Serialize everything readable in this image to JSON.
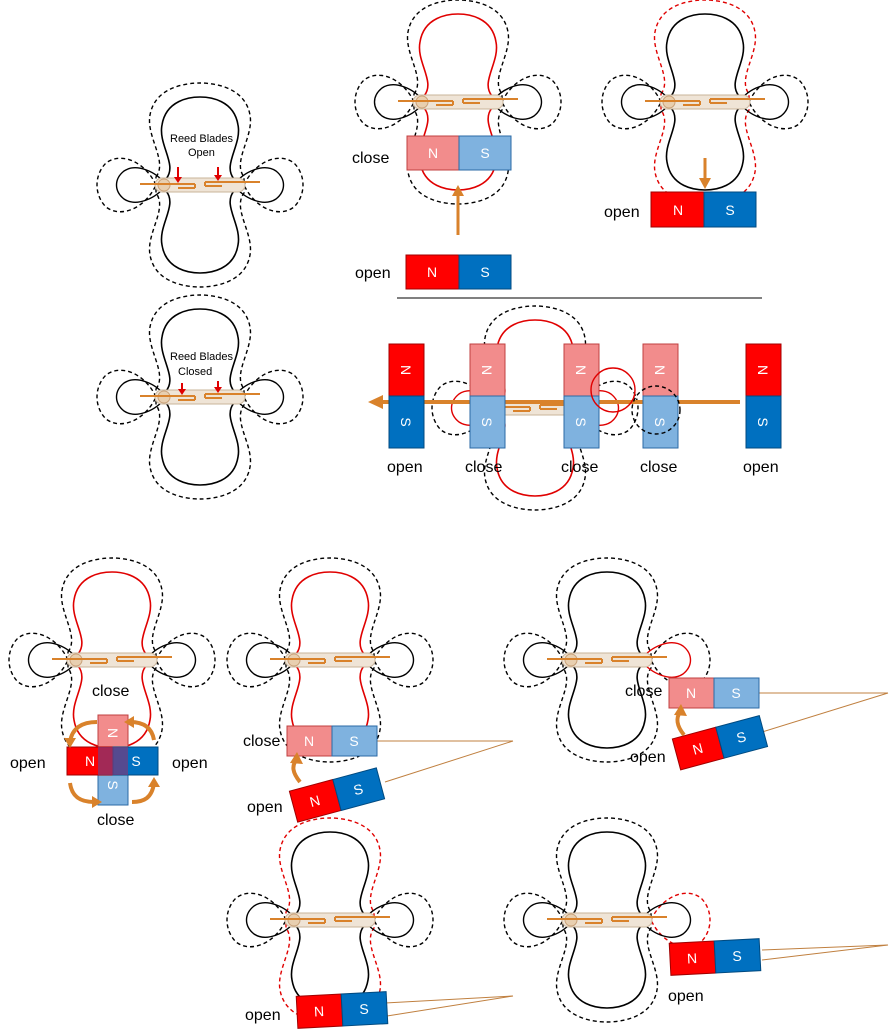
{
  "labels": {
    "open": "open",
    "close": "close",
    "north": "N",
    "south": "S",
    "blades_open_line1": "Reed Blades",
    "blades_open_line2": "Open",
    "blades_closed_line1": "Reed Blades",
    "blades_closed_line2": "Closed"
  },
  "colors": {
    "north": "#ff0000",
    "south": "#0070c0",
    "north_light": "#f28c8c",
    "south_light": "#7fb2df",
    "field_red": "#e00000",
    "arrow": "#d9822b",
    "blade": "#d9822b",
    "capsule": "#efe4d6"
  }
}
